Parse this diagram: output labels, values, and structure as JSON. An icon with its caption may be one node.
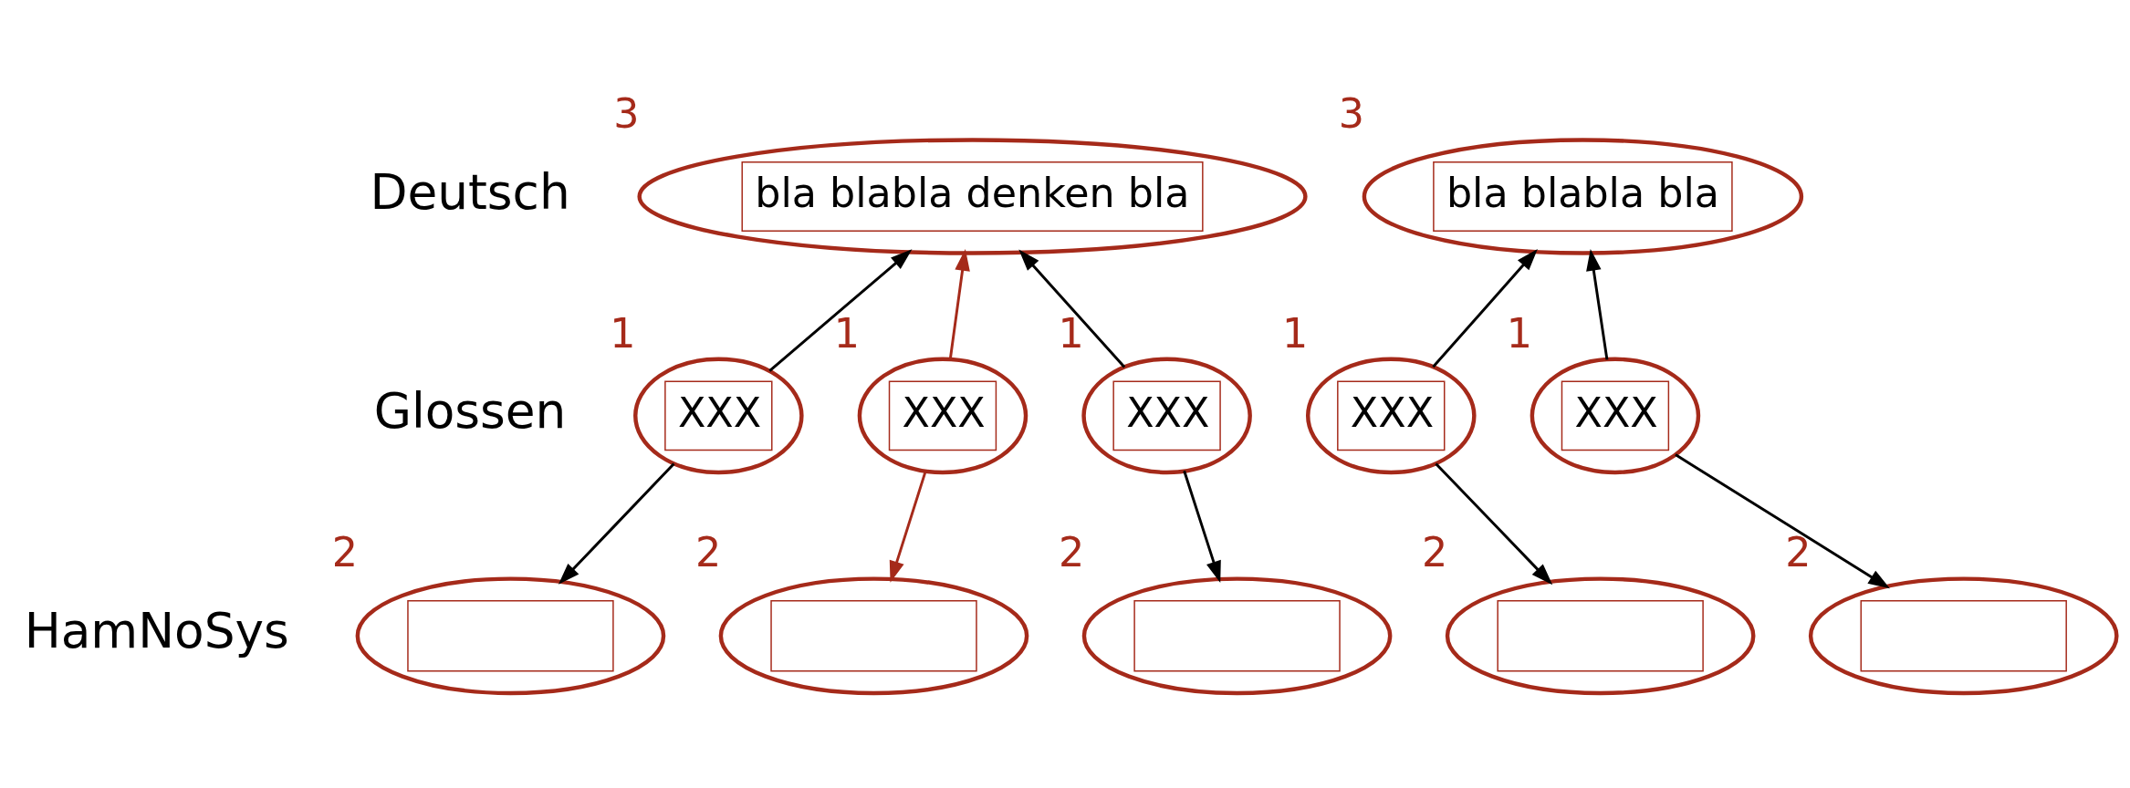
{
  "diagram": {
    "nodes": [
      {
        "text": [
          "bla blabla denken bla"
        ],
        "beside": [
          "3"
        ]
      },
      {
        "text": [
          "bla blabla bla"
        ],
        "beside": [
          "3"
        ]
      },
      {
        "text": [
          "XXX"
        ],
        "beside": [
          "1"
        ]
      },
      {
        "text": [
          "XXX"
        ],
        "beside": [
          "1"
        ]
      },
      {
        "text": [
          "XXX"
        ],
        "beside": [
          "1"
        ]
      },
      {
        "text": [
          "XXX"
        ],
        "beside": [
          "1"
        ]
      },
      {
        "text": [
          "XXX"
        ],
        "beside": [
          "1"
        ]
      },
      {
        "text": [],
        "shape": "box",
        "beside": [
          "2"
        ]
      },
      {
        "text": [],
        "shape": "box",
        "beside": [
          "2"
        ]
      },
      {
        "text": [],
        "shape": "box",
        "beside": [
          "2"
        ]
      },
      {
        "text": [],
        "shape": "box",
        "beside": [
          "2"
        ]
      },
      {
        "text": [],
        "shape": "box",
        "beside": [
          "2"
        ]
      }
    ],
    "edges": [
      {
        "from": 2,
        "to": 0,
        "arrow": "to"
      },
      {
        "from": 3,
        "to": 0,
        "arrow": "to",
        "color": "#a52a1a"
      },
      {
        "from": 4,
        "to": 0,
        "arrow": "to"
      },
      {
        "from": 5,
        "to": 1,
        "arrow": "to"
      },
      {
        "from": 6,
        "to": 1,
        "arrow": "to"
      },
      {
        "from": 2,
        "to": 7,
        "arrow": "to"
      },
      {
        "from": 3,
        "to": 8,
        "arrow": "to",
        "color": "#a52a1a"
      },
      {
        "from": 4,
        "to": 9,
        "arrow": "to"
      },
      {
        "from": 5,
        "to": 10,
        "arrow": "to"
      },
      {
        "from": 6,
        "to": 11,
        "arrow": "to"
      }
    ],
    "labels": [
      "Deutsch",
      "Glossen",
      "HamNoSys"
    ]
  }
}
